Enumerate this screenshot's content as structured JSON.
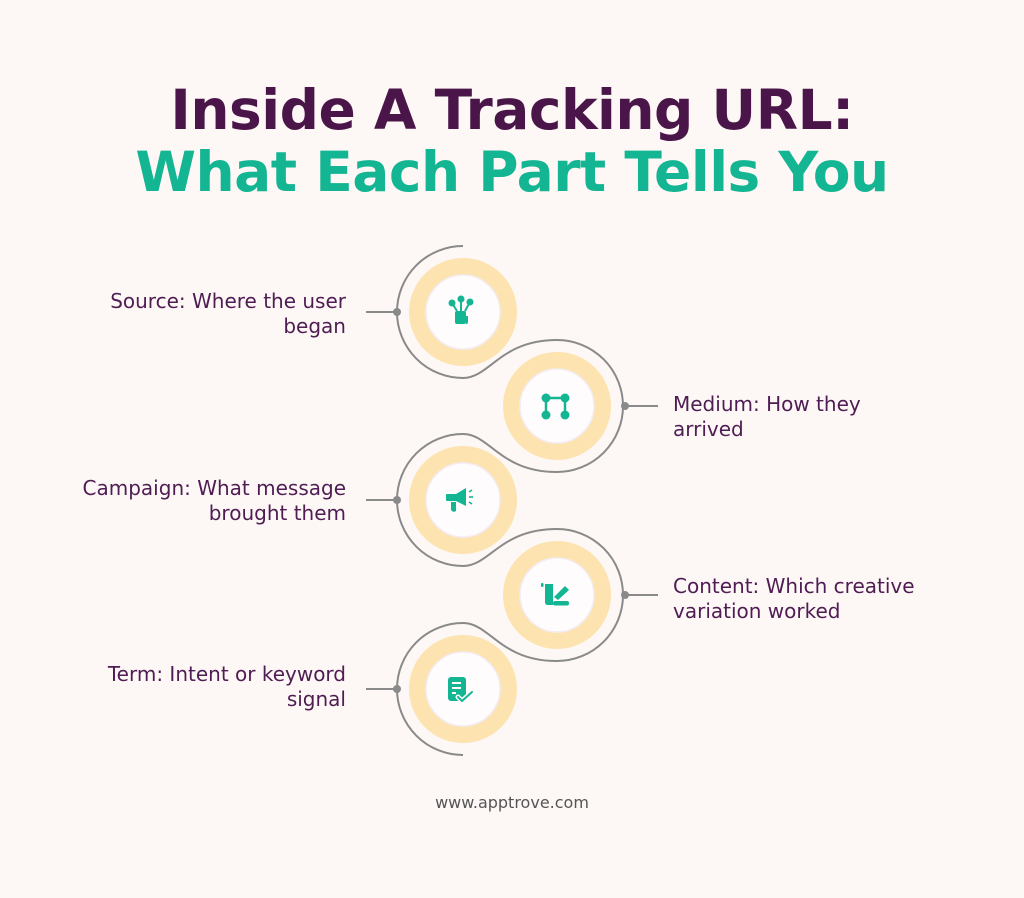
{
  "title": {
    "line1": "Inside A Tracking URL:",
    "line2": "What Each Part Tells You"
  },
  "colors": {
    "background": "#fdf8f5",
    "title_primary": "#4a1548",
    "title_accent": "#14b592",
    "label_text": "#4f1c53",
    "ring": "#fde3b0",
    "icon": "#14b592",
    "connector": "#8a8a8a"
  },
  "steps": [
    {
      "label": "Source: Where the user began",
      "side": "left",
      "icon": "source-icon"
    },
    {
      "label": "Medium: How they arrived",
      "side": "right",
      "icon": "medium-icon"
    },
    {
      "label": "Campaign: What message brought them",
      "side": "left",
      "icon": "megaphone-icon"
    },
    {
      "label": "Content: Which creative variation worked",
      "side": "right",
      "icon": "content-edit-icon"
    },
    {
      "label": "Term: Intent or keyword signal",
      "side": "left",
      "icon": "document-check-icon"
    }
  ],
  "footer": {
    "url": "www.apptrove.com"
  }
}
